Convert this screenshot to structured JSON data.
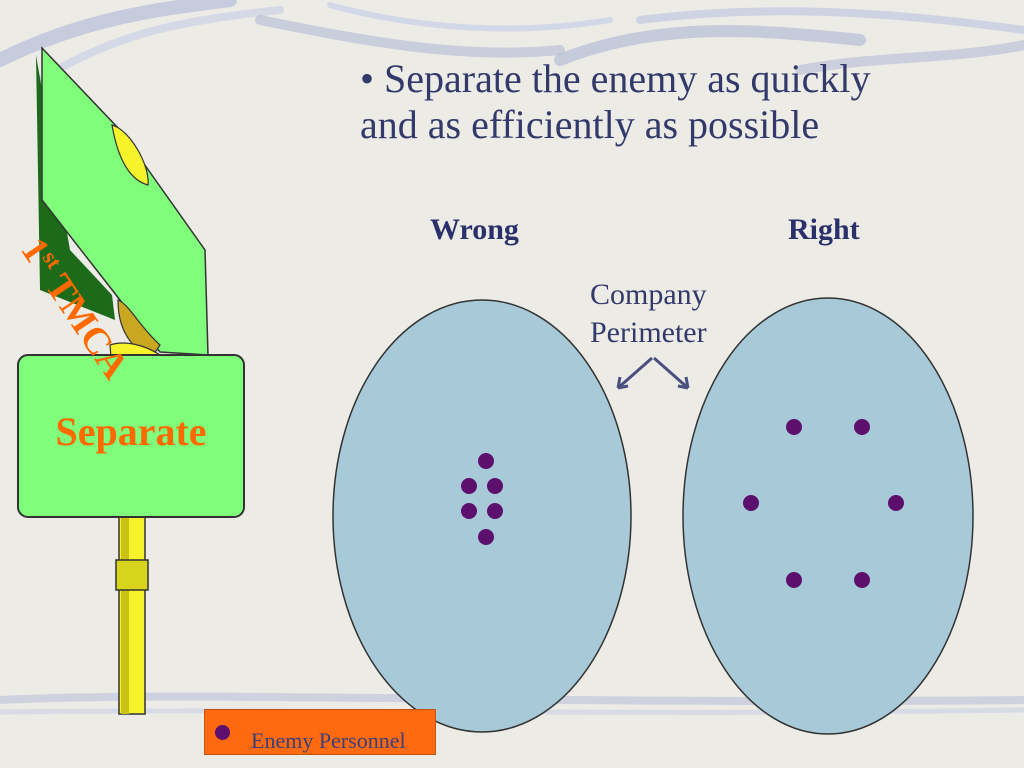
{
  "slide": {
    "bullet_line1": "• Separate the enemy as quickly",
    "bullet_line2": "and as efficiently as possible",
    "wrong_label": "Wrong",
    "right_label": "Right",
    "perimeter_line1": "Company",
    "perimeter_line2": "Perimeter",
    "sign_title": "Separate",
    "flag_number": "1",
    "flag_suffix": "st",
    "flag_word": " TMCA",
    "legend_label": "Enemy Personnel"
  },
  "colors": {
    "ellipse_fill": "#a8cad8",
    "dot_fill": "#5d0f6e",
    "sign_fill": "#80fd7a",
    "text_orange": "#ff6a00",
    "legend_fill": "#ff6a10",
    "pole_yellow": "#f7f32a"
  }
}
